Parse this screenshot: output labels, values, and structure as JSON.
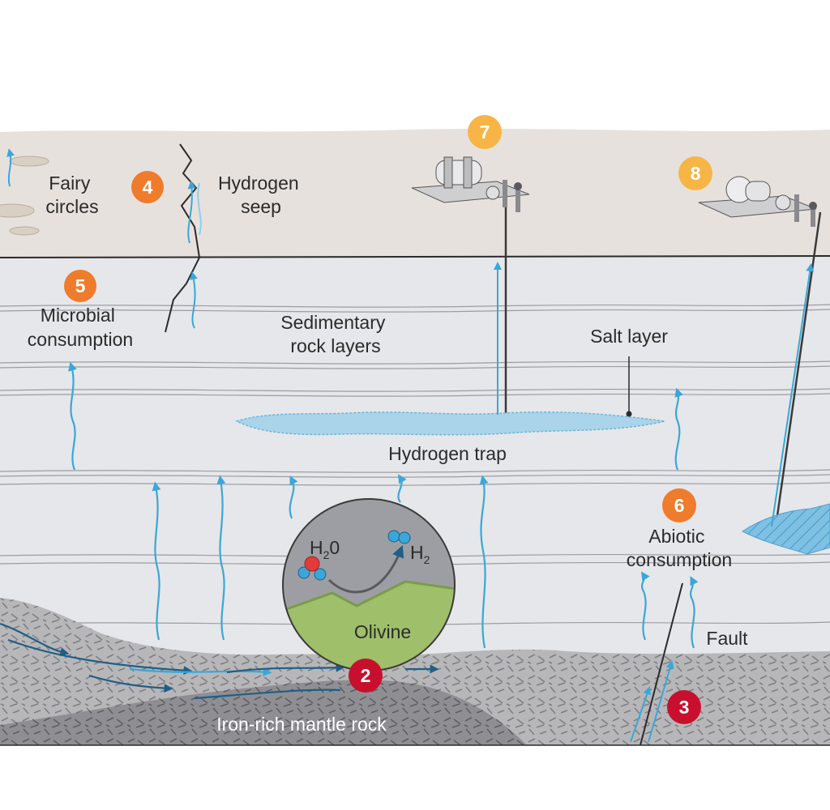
{
  "colors": {
    "surface": "#e7e1dd",
    "sediment": "#e6e7ea",
    "rock": "#b5b5b7",
    "rock_dark": "#8e8e91",
    "water": "#a9d4ea",
    "arrow_light": "#3aa7d8",
    "arrow_dark": "#1f5f86",
    "badge_orange": "#ef7b2c",
    "badge_yellow": "#f7b545",
    "badge_red": "#c8102e",
    "olivine": "#9fbf6a"
  },
  "badges": {
    "b2": "2",
    "b3": "3",
    "b4": "4",
    "b5": "5",
    "b6": "6",
    "b7": "7",
    "b8": "8"
  },
  "labels": {
    "fairy_circles": [
      "Fairy",
      "circles"
    ],
    "hydrogen_seep": [
      "Hydrogen",
      "seep"
    ],
    "microbial_consumption": [
      "Microbial",
      "consumption"
    ],
    "sedimentary_rock_layers": [
      "Sedimentary",
      "rock layers"
    ],
    "salt_layer": "Salt layer",
    "hydrogen_trap": "Hydrogen trap",
    "abiotic_consumption": [
      "Abiotic",
      "consumption"
    ],
    "fault": "Fault",
    "olivine": "Olivine",
    "iron_rich_mantle_rock": "Iron-rich mantle rock",
    "water_formula": {
      "base": "H",
      "sub": "2",
      "tail": "0"
    },
    "hydrogen_formula": {
      "base": "H",
      "sub": "2"
    }
  },
  "icons": {
    "well_rig_7": "drilling-rig-icon",
    "well_rig_8": "drilling-rig-icon",
    "water_molecule": "water-molecule-icon",
    "hydrogen_molecule": "hydrogen-molecule-icon"
  }
}
